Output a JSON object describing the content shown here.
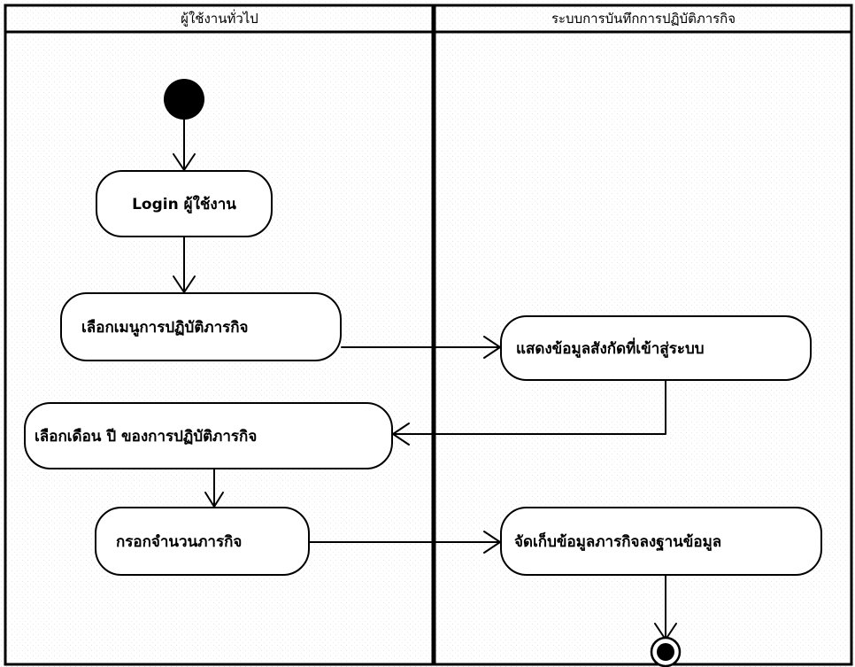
{
  "diagram": {
    "lanes": [
      {
        "title": "ผู้ใช้งานทั่วไป"
      },
      {
        "title": "ระบบการบันทึกการปฏิบัติภารกิจ"
      }
    ],
    "nodes": {
      "login": "Login ผู้ใช้งาน",
      "select_menu": "เลือกเมนูการปฏิบัติภารกิจ",
      "show_info": "แสดงข้อมูลสังกัดที่เข้าสู่ระบบ",
      "select_month": "เลือกเดือน ปี ของการปฏิบัติภารกิจ",
      "enter_count": "กรอกจำนวนภารกิจ",
      "store_data": "จัดเก็บข้อมูลภารกิจลงฐานข้อมูล"
    }
  }
}
